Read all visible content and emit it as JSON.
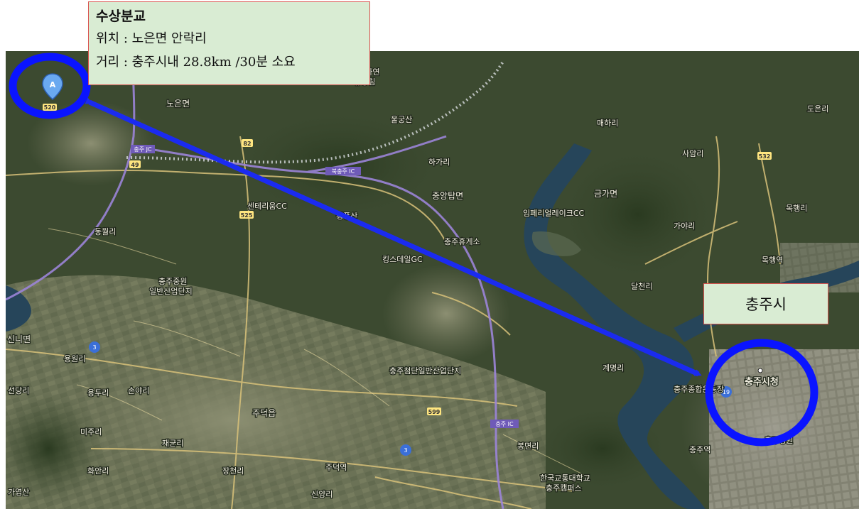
{
  "info_box": {
    "title": "수상분교",
    "location_row": "위치 : 노은면 안락리",
    "distance_row": "거리 : 충주시내 28.8km /30분 소요"
  },
  "city_box": {
    "label": "충주시"
  },
  "marker": {
    "letter": "A"
  },
  "colors": {
    "circle": "#0a14ff",
    "arrow": "#1b2bf0",
    "river": "#26455a",
    "highway": "#9b84d8",
    "road": "#d9c27a",
    "box_fill": "#d9ecd3",
    "box_border": "#d9534f"
  },
  "map_labels": {
    "noeun": "노은면",
    "bonghwang": "봉황자연",
    "hyuyangnim": "휴양림",
    "ulgungsan": "울궁산",
    "hagaeri": "하가리",
    "gageum": "금가면",
    "maeha": "매하리",
    "saam": "사암리",
    "doeun": "도은리",
    "junganga": "중앙탑면",
    "imperial": "임페리얼레이크CC",
    "sentherium": "센테리움CC",
    "pyeongpungsan": "평풍산",
    "rest_area": "충주휴게소",
    "kingsdale": "킹스데일GC",
    "chungju_ind": "충주중원",
    "ilban_ind": "일반산업단지",
    "dongwol": "동월리",
    "sinni": "신니면",
    "yongwon": "용원리",
    "jeongdang": "선당리",
    "jupyeong": "주덕읍",
    "jude_station": "주덕역",
    "chungju_ind2": "충주첨단일반산업단지",
    "miju": "미주리",
    "hwaan": "화안리",
    "gayeopsan": "가엽산",
    "mokhaeng": "목행역",
    "city_hall": "충주시청",
    "chungju_stadium": "충주종합운동장",
    "chungju_station": "충주역",
    "chungju_hospital": "충주병원",
    "knut": "한국교통대학교",
    "knut_campus": "충주캠퍼스",
    "chungju_jc": "충주 JC",
    "bukchungju_ic": "북충주 IC",
    "chungju_ic": "충주 IC",
    "jangcheon": "장천리",
    "singiri": "신양리",
    "sonyari": "손야리",
    "yongdu": "용두리",
    "mokhaeng_ri": "목행리",
    "gaya": "가야리",
    "dalcheon": "달천리",
    "gongyeon": "봉면리",
    "gyemyeong": "계명리",
    "jaegyun": "재균리"
  },
  "road_numbers": {
    "r520": "520",
    "r82": "82",
    "r49": "49",
    "r525": "525",
    "r3a": "3",
    "r3b": "3",
    "r599": "599",
    "r532": "532",
    "r19": "19"
  }
}
